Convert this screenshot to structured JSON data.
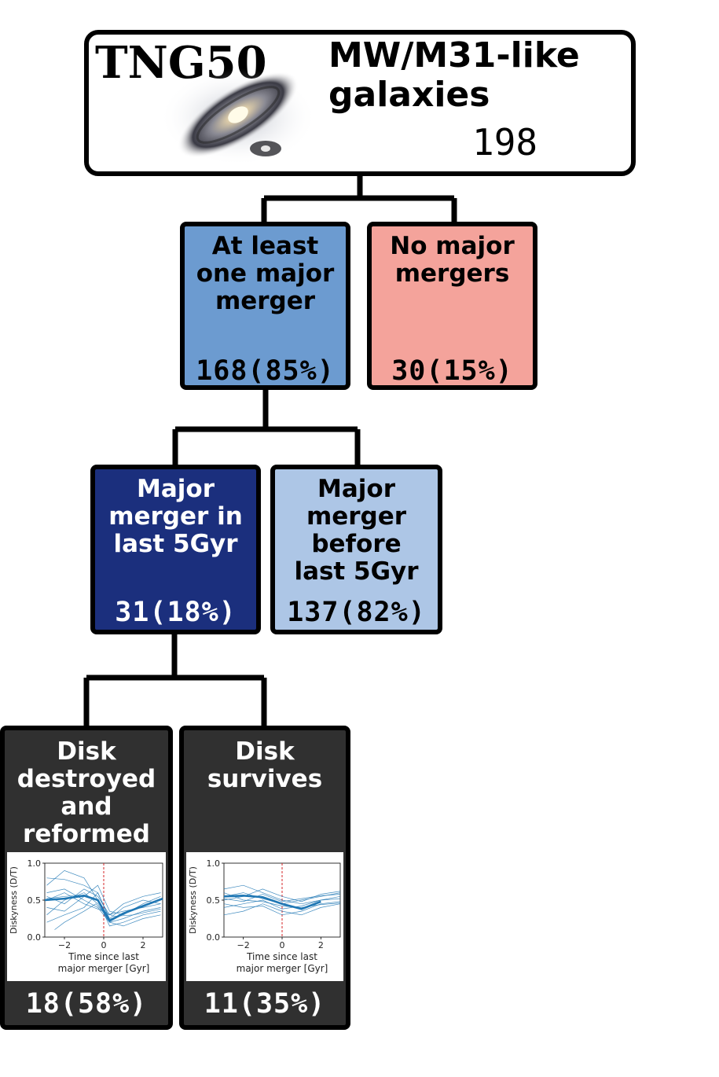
{
  "root": {
    "sim_label": "TNG50",
    "title": "MW/M31-like\ngalaxies",
    "count": "198"
  },
  "level1": {
    "left": {
      "label": "At least\none major\nmerger",
      "count": "168(85%)"
    },
    "right": {
      "label": "No major\nmergers",
      "count": "30(15%)"
    }
  },
  "level2": {
    "left": {
      "label": "Major\nmerger in\nlast 5Gyr",
      "count": "31(18%)"
    },
    "right": {
      "label": "Major\nmerger\nbefore\nlast 5Gyr",
      "count": "137(82%)"
    }
  },
  "level3": {
    "left": {
      "label": "Disk\ndestroyed\nand\nreformed",
      "count": "18(58%)"
    },
    "right": {
      "label": "Disk\nsurvives",
      "count": "11(35%)"
    }
  },
  "colors": {
    "blue": "#6c9bd0",
    "pink": "#f4a39b",
    "navy": "#1b2f7d",
    "lightblue": "#adc6e6",
    "dark": "#303030",
    "line": "#1f77b4",
    "vline": "#d62728"
  },
  "chart_data": [
    {
      "type": "line",
      "xlabel": "Time since last\nmajor merger [Gyr]",
      "ylabel": "Diskyness (D/T)",
      "xlim": [
        -3,
        3
      ],
      "ylim": [
        0,
        1
      ],
      "xticks": [
        "−2",
        "0",
        "2"
      ],
      "yticks": [
        "0.0",
        "0.5",
        "1.0"
      ],
      "vline_x": 0,
      "series": [
        {
          "x": [
            -2.9,
            -2,
            -1,
            -0.3,
            0.3,
            1,
            2,
            2.9
          ],
          "y": [
            0.52,
            0.55,
            0.57,
            0.5,
            0.24,
            0.32,
            0.42,
            0.5
          ]
        },
        {
          "x": [
            -2.9,
            -2,
            -1,
            -0.3,
            0.2,
            1,
            2,
            2.9
          ],
          "y": [
            0.8,
            0.78,
            0.7,
            0.6,
            0.3,
            0.35,
            0.4,
            0.45
          ]
        },
        {
          "x": [
            -2.9,
            -2,
            -1,
            -0.3,
            0.3,
            1,
            2,
            2.9
          ],
          "y": [
            0.3,
            0.5,
            0.6,
            0.45,
            0.2,
            0.25,
            0.35,
            0.4
          ]
        },
        {
          "x": [
            -2.9,
            -2,
            -1,
            -0.3,
            0.3,
            1,
            2,
            2.9
          ],
          "y": [
            0.7,
            0.9,
            0.8,
            0.5,
            0.15,
            0.2,
            0.3,
            0.35
          ]
        },
        {
          "x": [
            -2.9,
            -2,
            -1,
            -0.3,
            0.3,
            1,
            2,
            2.9
          ],
          "y": [
            0.4,
            0.35,
            0.55,
            0.7,
            0.35,
            0.3,
            0.45,
            0.55
          ]
        },
        {
          "x": [
            -2.9,
            -2,
            -1,
            -0.3,
            0.3,
            1,
            2,
            2.9
          ],
          "y": [
            0.6,
            0.65,
            0.5,
            0.4,
            0.2,
            0.15,
            0.25,
            0.3
          ]
        },
        {
          "x": [
            -2.9,
            -2,
            -1,
            -0.3,
            0.3,
            1,
            2,
            2.9
          ],
          "y": [
            0.2,
            0.3,
            0.4,
            0.6,
            0.25,
            0.4,
            0.5,
            0.45
          ]
        },
        {
          "x": [
            -2.9,
            -2,
            -1,
            -0.3,
            0.3,
            1,
            2,
            2.9
          ],
          "y": [
            0.55,
            0.45,
            0.65,
            0.55,
            0.3,
            0.45,
            0.55,
            0.6
          ]
        },
        {
          "x": [
            -2.5,
            -2,
            -1,
            -0.4,
            0.1
          ],
          "y": [
            0.1,
            0.2,
            0.35,
            0.45,
            0.3
          ]
        },
        {
          "x": [
            -2.9,
            -2,
            -1,
            0,
            0.5,
            1.5,
            2.9
          ],
          "y": [
            0.5,
            0.6,
            0.45,
            0.35,
            0.28,
            0.3,
            0.38
          ]
        }
      ],
      "mean": {
        "x": [
          -3,
          -2,
          -1,
          -0.3,
          0.3,
          1,
          2,
          3
        ],
        "y": [
          0.5,
          0.52,
          0.56,
          0.5,
          0.22,
          0.32,
          0.42,
          0.52
        ]
      }
    },
    {
      "type": "line",
      "xlabel": "Time since last\nmajor merger [Gyr]",
      "ylabel": "Diskyness (D/T)",
      "xlim": [
        -3,
        3
      ],
      "ylim": [
        0,
        1
      ],
      "xticks": [
        "−2",
        "0",
        "2"
      ],
      "yticks": [
        "0.0",
        "0.5",
        "1.0"
      ],
      "vline_x": 0,
      "series": [
        {
          "x": [
            -3,
            -2,
            -1,
            0,
            1,
            2,
            3
          ],
          "y": [
            0.55,
            0.6,
            0.52,
            0.45,
            0.5,
            0.55,
            0.6
          ]
        },
        {
          "x": [
            -3,
            -2,
            -1,
            0,
            1,
            2,
            3
          ],
          "y": [
            0.4,
            0.45,
            0.5,
            0.38,
            0.42,
            0.5,
            0.55
          ]
        },
        {
          "x": [
            -3,
            -2,
            -1,
            0,
            1,
            2,
            3
          ],
          "y": [
            0.65,
            0.7,
            0.6,
            0.5,
            0.45,
            0.5,
            0.52
          ]
        },
        {
          "x": [
            -3,
            -2,
            -1,
            0,
            1,
            2,
            3
          ],
          "y": [
            0.3,
            0.35,
            0.45,
            0.35,
            0.3,
            0.4,
            0.45
          ]
        },
        {
          "x": [
            -3,
            -2,
            -1,
            0,
            1,
            2,
            3
          ],
          "y": [
            0.5,
            0.55,
            0.65,
            0.55,
            0.48,
            0.58,
            0.62
          ]
        },
        {
          "x": [
            -3,
            -2,
            -1,
            0,
            1,
            2,
            3
          ],
          "y": [
            0.45,
            0.4,
            0.42,
            0.3,
            0.35,
            0.45,
            0.48
          ]
        },
        {
          "x": [
            -3,
            -2,
            -1,
            0,
            1,
            2,
            3
          ],
          "y": [
            0.6,
            0.5,
            0.48,
            0.42,
            0.4,
            0.44,
            0.46
          ]
        },
        {
          "x": [
            -3,
            -2,
            -1,
            0,
            1,
            2,
            3
          ],
          "y": [
            0.52,
            0.48,
            0.58,
            0.48,
            0.52,
            0.56,
            0.58
          ]
        }
      ],
      "mean": {
        "x": [
          -3,
          -2,
          -1,
          0,
          1,
          2
        ],
        "y": [
          0.55,
          0.56,
          0.54,
          0.45,
          0.38,
          0.48
        ]
      }
    }
  ]
}
